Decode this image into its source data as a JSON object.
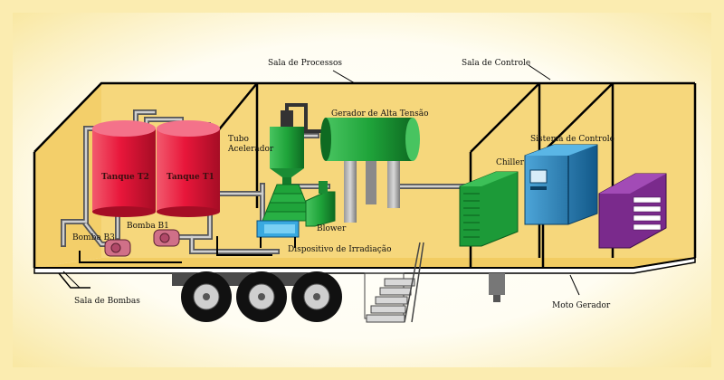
{
  "labels": {
    "sala_processos": "Sala de Processos",
    "sala_controle": "Sala de Controle",
    "sala_bombas": "Sala de Bombas",
    "moto_gerador": "Moto Gerador",
    "tanque_t2": "Tanque T2",
    "tanque_t1": "Tanque T1",
    "tubo": "Tubo",
    "acelerador": "Acelerador",
    "gerador": "Gerador de Alta Tensão",
    "sistema_controle": "Sistema de Controle",
    "chiller": "Chiller",
    "blower": "Blower",
    "dispositivo": "Dispositivo de Irradiação",
    "bomba_b3": "Bomba B3",
    "bomba_b1": "Bomba B1"
  },
  "colors": {
    "background": "#fdf3c4",
    "trailer_fill": "#f6d77c",
    "tank_red": "#e8163a",
    "equipment_green": "#1fa43a",
    "control_blue": "#1a78b4",
    "generator_purple": "#7a2a8c",
    "pump_pink": "#d07088",
    "water_blue": "#39a9e0"
  }
}
